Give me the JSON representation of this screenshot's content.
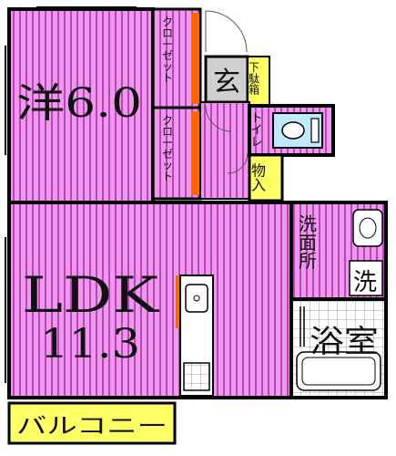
{
  "rooms": {
    "western_room": {
      "label": "洋6.0"
    },
    "closet_upper": {
      "label": "クローゼット"
    },
    "closet_lower": {
      "label": "クローゼット"
    },
    "entrance": {
      "label": "玄"
    },
    "shoe_box": {
      "label": "下駄箱"
    },
    "toilet": {
      "label": "トイレ"
    },
    "storage": {
      "label": "物入"
    },
    "ldk": {
      "label_line1": "LDK",
      "label_line2": "11.3"
    },
    "washroom": {
      "label": "洗面所"
    },
    "washer": {
      "label": "洗"
    },
    "bathroom": {
      "label": "浴室"
    },
    "balcony": {
      "label": "バルコニー"
    }
  },
  "colors": {
    "room_fill": "#ee99ee",
    "stripe": "#bb44bb",
    "yellow_fill": "#ffff66",
    "wall": "#000000",
    "orange_accent": "#ff6600",
    "toilet_fill": "#bfe9ff",
    "entrance_fill": "#d0d0d0"
  }
}
